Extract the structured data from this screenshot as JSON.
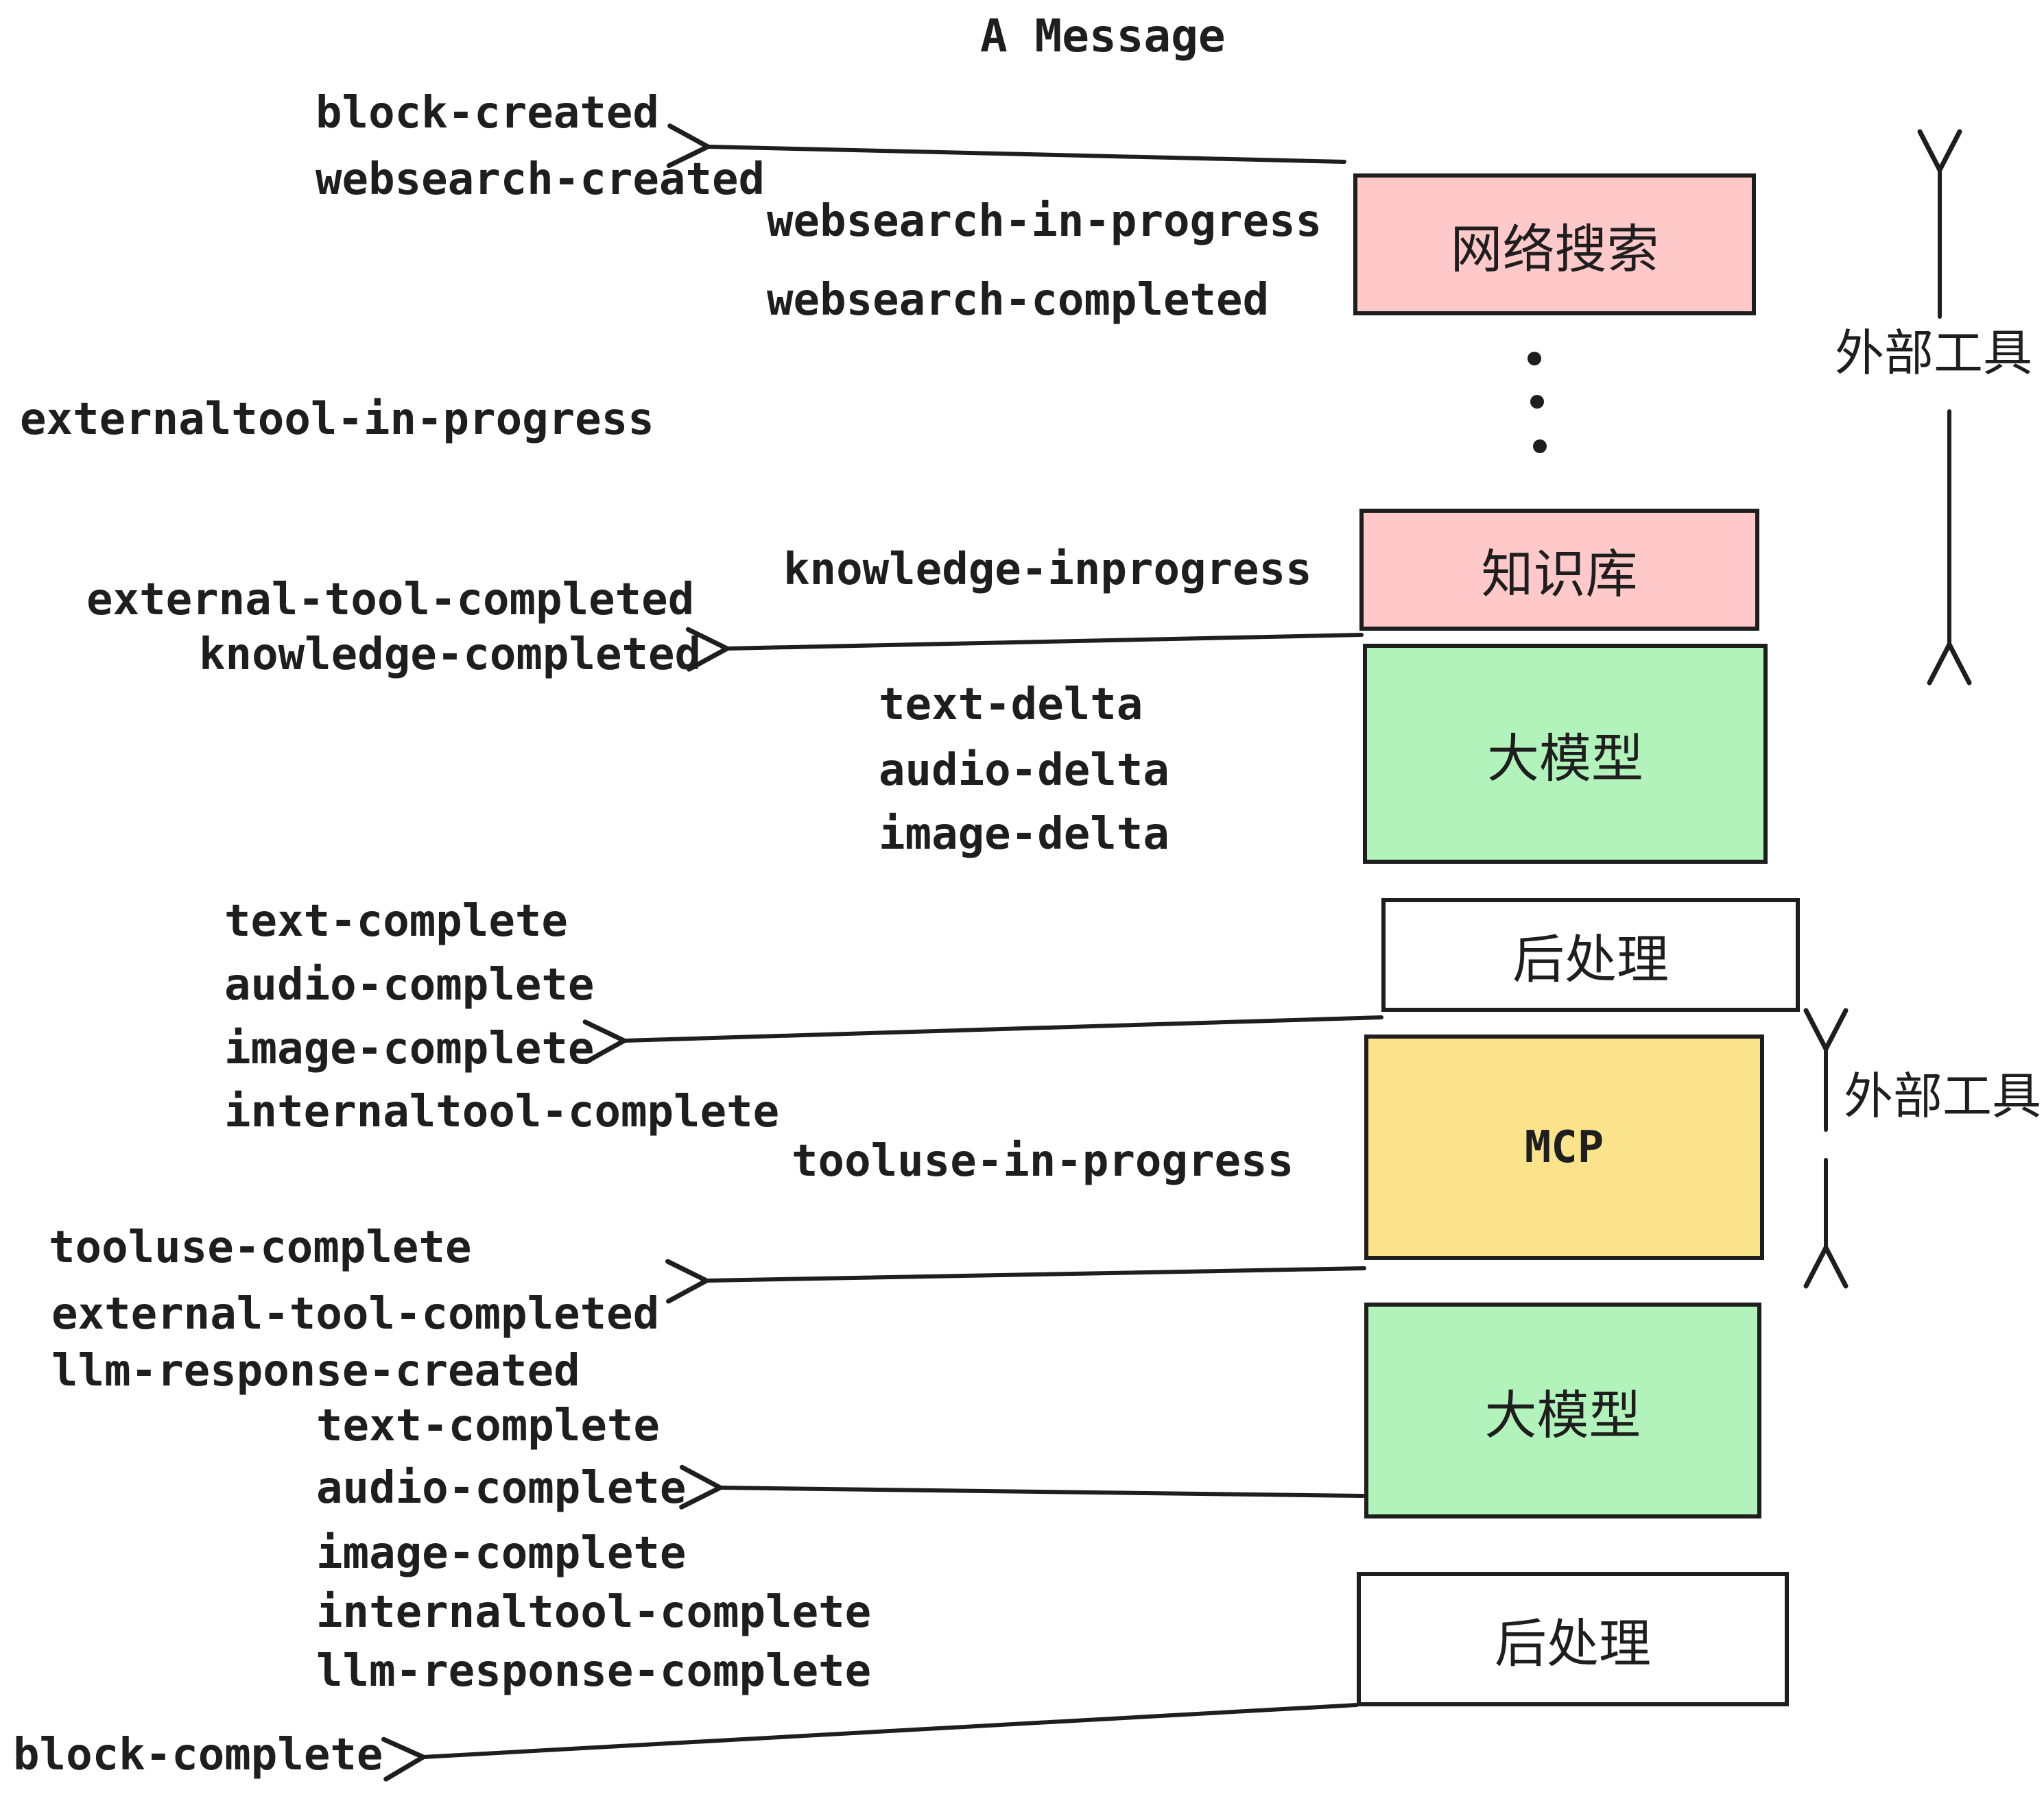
{
  "title": "A Message",
  "colors": {
    "ink": "#1e1e1e",
    "pink": "#ffc9c9",
    "green": "#b2f2bb",
    "yellow": "#fbe38b",
    "white": "#ffffff"
  },
  "boxes": [
    {
      "id": "websearch",
      "label": "网络搜索",
      "color": "#ffc9c9"
    },
    {
      "id": "knowledge-base",
      "label": "知识库",
      "color": "#ffc9c9"
    },
    {
      "id": "llm-1",
      "label": "大模型",
      "color": "#b2f2bb"
    },
    {
      "id": "postprocess-1",
      "label": "后处理",
      "color": "#ffffff"
    },
    {
      "id": "mcp",
      "label": "MCP",
      "color": "#fbe38b"
    },
    {
      "id": "llm-2",
      "label": "大模型",
      "color": "#b2f2bb"
    },
    {
      "id": "postprocess-2",
      "label": "后处理",
      "color": "#ffffff"
    }
  ],
  "side_labels": [
    {
      "id": "external-tools-top",
      "text": "外部工具"
    },
    {
      "id": "external-tools-mcp",
      "text": "外部工具"
    }
  ],
  "events": [
    {
      "text": "block-created"
    },
    {
      "text": "websearch-created"
    },
    {
      "text": "websearch-in-progress"
    },
    {
      "text": "websearch-completed"
    },
    {
      "text": "externaltool-in-progress"
    },
    {
      "text": "knowledge-inprogress"
    },
    {
      "text": "external-tool-completed"
    },
    {
      "text": "knowledge-completed"
    },
    {
      "text": "text-delta"
    },
    {
      "text": "audio-delta"
    },
    {
      "text": "image-delta"
    },
    {
      "text": "text-complete"
    },
    {
      "text": "audio-complete"
    },
    {
      "text": "image-complete"
    },
    {
      "text": "internaltool-complete"
    },
    {
      "text": "tooluse-in-progress"
    },
    {
      "text": "tooluse-complete"
    },
    {
      "text": "external-tool-completed"
    },
    {
      "text": "llm-response-created"
    },
    {
      "text": "text-complete"
    },
    {
      "text": "audio-complete"
    },
    {
      "text": "image-complete"
    },
    {
      "text": "internaltool-complete"
    },
    {
      "text": "llm-response-complete"
    },
    {
      "text": "block-complete"
    }
  ]
}
